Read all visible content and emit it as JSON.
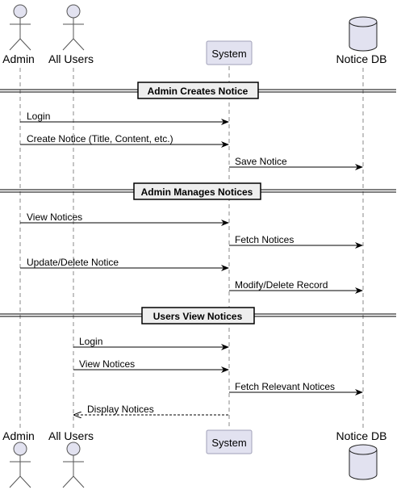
{
  "participants": {
    "admin": "Admin",
    "users": "All Users",
    "system": "System",
    "db": "Notice DB"
  },
  "dividers": [
    "Admin Creates Notice",
    "Admin Manages Notices",
    "Users View Notices"
  ],
  "messages": [
    "Login",
    "Create Notice (Title, Content, etc.)",
    "Save Notice",
    "View Notices",
    "Fetch Notices",
    "Update/Delete Notice",
    "Modify/Delete Record",
    "Login",
    "View Notices",
    "Fetch Relevant Notices",
    "Display Notices"
  ],
  "colors": {
    "participant_fill": "#e2e2f0",
    "participant_border": "#a0a0b8",
    "line": "#000000",
    "lifeline": "#888888"
  }
}
